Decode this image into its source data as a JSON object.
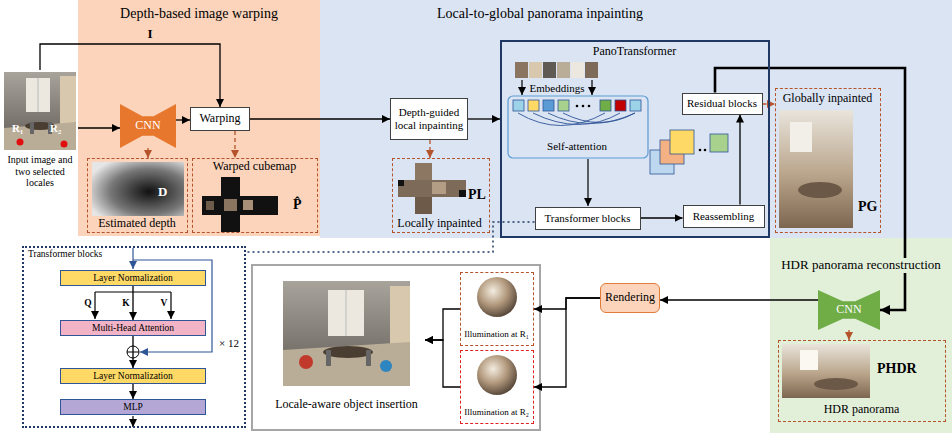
{
  "diagram": {
    "nodes": [
      {
        "text": [
          "R₁",
          "R₂",
          "Input image and two selected locales"
        ]
      },
      {
        "text": [
          "Depth-based image warping"
        ]
      },
      {
        "text": [
          "CNN"
        ],
        "in": 1
      },
      {
        "text": [
          "Warping"
        ],
        "in": 1
      },
      {
        "text": [
          "D",
          "Estimated depth"
        ],
        "in": 1
      },
      {
        "text": [
          "Warped cubemap",
          "P̂"
        ],
        "in": 1
      },
      {
        "text": [
          "Local-to-global panorama inpainting"
        ]
      },
      {
        "text": [
          "Depth-guided local inpainting"
        ],
        "in": 6
      },
      {
        "text": [
          "Locally inpainted",
          "PL"
        ],
        "in": 6
      },
      {
        "text": [
          "PanoTransformer"
        ],
        "in": 6
      },
      {
        "text": [
          "Transformer blocks"
        ],
        "in": 9
      },
      {
        "text": [
          "Residual blocks"
        ],
        "in": 9
      },
      {
        "text": [
          "Reassembling"
        ],
        "in": 9
      },
      {
        "text": [
          "Globally inpainted",
          "PG"
        ],
        "in": 6
      },
      {
        "text": [
          "Transformer blocks"
        ]
      },
      {
        "text": [
          "Layer Normalization"
        ],
        "in": 14
      },
      {
        "text": [
          "Multi-Head Attention"
        ],
        "in": 14
      },
      {
        "text": [
          "Layer Normalization"
        ],
        "in": 14
      },
      {
        "text": [
          "MLP"
        ],
        "in": 14
      },
      {
        "text": [
          "Locale-aware object insertion"
        ]
      },
      {
        "text": [
          "Illumination at R₁"
        ]
      },
      {
        "text": [
          "Illumination at R₂"
        ]
      },
      {
        "text": [
          "Rendering"
        ]
      },
      {
        "text": [
          "HDR panorama reconstruction"
        ]
      },
      {
        "text": [
          "CNN"
        ],
        "in": 23
      },
      {
        "text": [
          "PHDR",
          "HDR panorama"
        ],
        "in": 23
      }
    ],
    "edges": [
      {
        "from": 0,
        "to": 2,
        "arrow": "to"
      },
      {
        "from": 0,
        "to": 3,
        "label": "I",
        "arrow": "to"
      },
      {
        "from": 2,
        "to": 3,
        "arrow": "to"
      },
      {
        "from": 2,
        "to": 4,
        "arrow": "to"
      },
      {
        "from": 3,
        "to": 5,
        "arrow": "to"
      },
      {
        "from": 3,
        "to": 7,
        "arrow": "to"
      },
      {
        "from": 7,
        "to": 8,
        "arrow": "to"
      },
      {
        "from": 7,
        "to": 9,
        "arrow": "to"
      },
      {
        "from": 10,
        "to": 12,
        "arrow": "to"
      },
      {
        "from": 12,
        "to": 11,
        "arrow": "to"
      },
      {
        "from": 11,
        "to": 24,
        "arrow": "to"
      },
      {
        "from": 11,
        "to": 13,
        "arrow": "to"
      },
      {
        "from": 10,
        "to": 14,
        "arrow": "none"
      },
      {
        "from": 15,
        "to": 16,
        "arrow": "to"
      },
      {
        "from": 16,
        "to": 17,
        "arrow": "to"
      },
      {
        "from": 17,
        "to": 18,
        "arrow": "to"
      },
      {
        "from": 24,
        "to": 25,
        "arrow": "to"
      },
      {
        "from": 24,
        "to": 22,
        "arrow": "to"
      },
      {
        "from": 22,
        "to": 20,
        "arrow": "to"
      },
      {
        "from": 22,
        "to": 21,
        "arrow": "to"
      },
      {
        "from": 20,
        "to": 19,
        "arrow": "to"
      },
      {
        "from": 21,
        "to": 19,
        "arrow": "to"
      }
    ],
    "labels": [
      "Embeddings",
      "Self-attention",
      "Q",
      "K",
      "V",
      "× 12"
    ]
  }
}
